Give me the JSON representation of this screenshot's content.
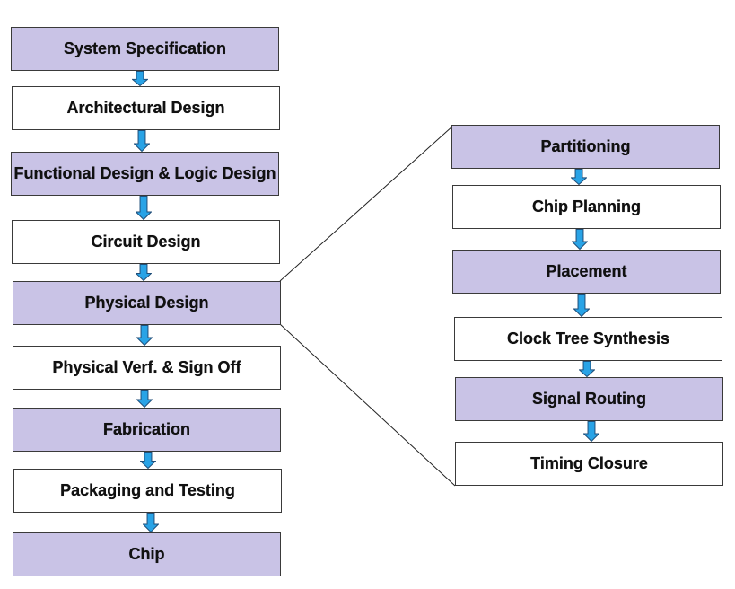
{
  "flow_main": [
    {
      "label": "System Specification",
      "style": "shaded"
    },
    {
      "label": "Architectural Design",
      "style": "plain"
    },
    {
      "label": "Functional Design & Logic Design",
      "style": "shaded"
    },
    {
      "label": "Circuit Design",
      "style": "plain"
    },
    {
      "label": "Physical Design",
      "style": "shaded"
    },
    {
      "label": "Physical Verf. & Sign Off",
      "style": "plain"
    },
    {
      "label": "Fabrication",
      "style": "shaded"
    },
    {
      "label": "Packaging and Testing",
      "style": "plain"
    },
    {
      "label": "Chip",
      "style": "shaded"
    }
  ],
  "flow_detail": [
    {
      "label": "Partitioning",
      "style": "shaded"
    },
    {
      "label": "Chip Planning",
      "style": "plain"
    },
    {
      "label": "Placement",
      "style": "shaded"
    },
    {
      "label": "Clock Tree Synthesis",
      "style": "plain"
    },
    {
      "label": "Signal Routing",
      "style": "shaded"
    },
    {
      "label": "Timing Closure",
      "style": "plain"
    }
  ],
  "colors": {
    "shaded_fill": "#c9c3e6",
    "plain_fill": "#ffffff",
    "arrow_fill": "#29a3e6",
    "arrow_stroke": "#1f4e79"
  }
}
